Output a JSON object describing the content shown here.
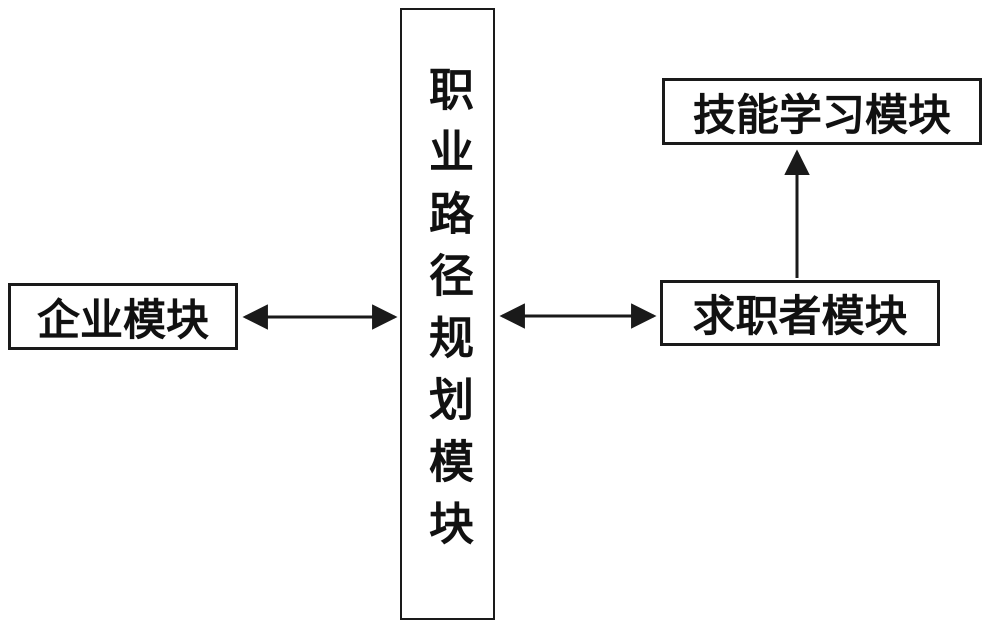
{
  "diagram": {
    "title": "career-path-planning-module-diagram",
    "modules": {
      "center": {
        "label": "职业路径规划模块"
      },
      "left": {
        "label": "企业模块"
      },
      "right": {
        "label": "求职者模块"
      },
      "top_right": {
        "label": "技能学习模块"
      }
    },
    "connections": [
      {
        "from": "left",
        "to": "center",
        "type": "double-arrow"
      },
      {
        "from": "center",
        "to": "right",
        "type": "double-arrow"
      },
      {
        "from": "right",
        "to": "top_right",
        "type": "single-arrow-up"
      }
    ],
    "colors": {
      "border": "#1a1a1a",
      "background": "#ffffff",
      "text": "#111111",
      "arrow": "#1a1a1a"
    }
  }
}
